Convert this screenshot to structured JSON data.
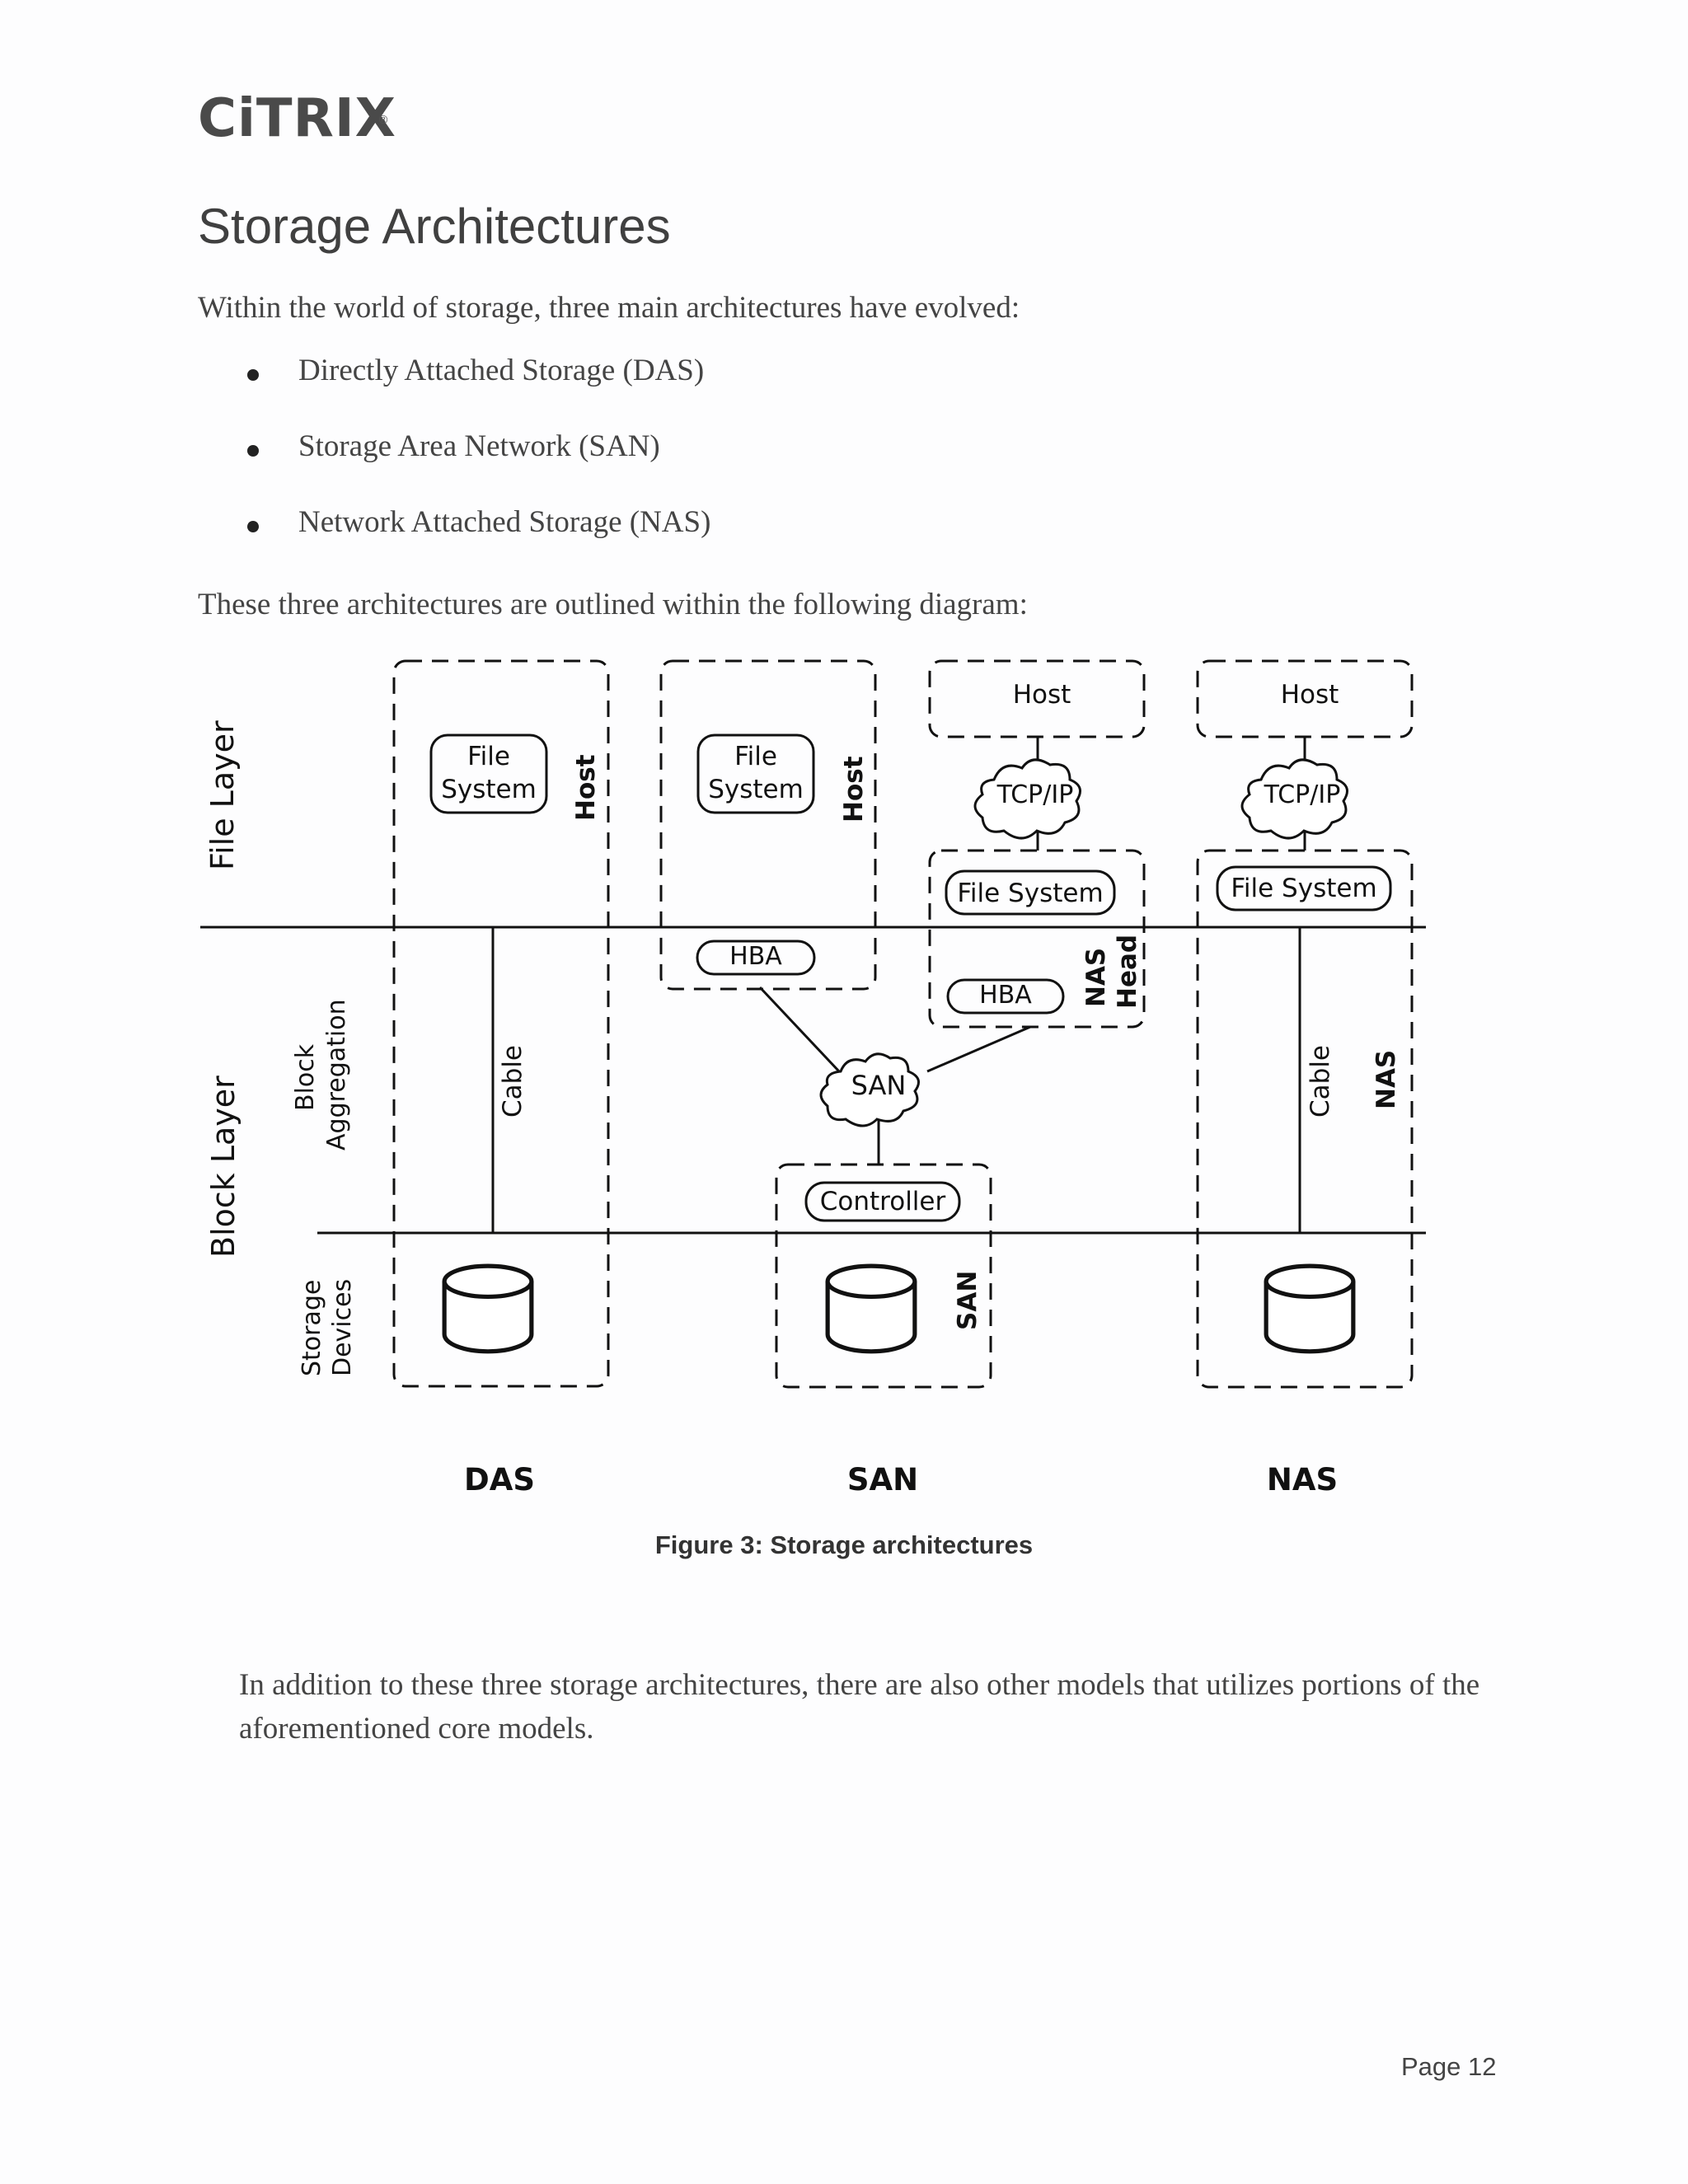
{
  "header": {
    "logo_text": "CiTRIX",
    "logo_mark": "®"
  },
  "title": "Storage Architectures",
  "intro": "Within the world of storage, three main architectures have evolved:",
  "bullets": [
    "Directly Attached Storage (DAS)",
    "Storage Area Network (SAN)",
    "Network Attached Storage (NAS)"
  ],
  "lead_in": "These three architectures are outlined within the following diagram:",
  "diagram": {
    "layers": {
      "file_layer": "File Layer",
      "block_layer": "Block Layer",
      "block_aggregation_1": "Block",
      "block_aggregation_2": "Aggregation",
      "storage_devices_1": "Storage",
      "storage_devices_2": "Devices"
    },
    "das": {
      "host": "Host",
      "fs_line1": "File",
      "fs_line2": "System",
      "cable": "Cable",
      "label": "DAS"
    },
    "san": {
      "host": "Host",
      "fs_line1": "File",
      "fs_line2": "System",
      "hba": "HBA",
      "cloud": "SAN",
      "controller": "Controller",
      "box_label": "SAN",
      "label": "SAN"
    },
    "nas_head": {
      "host": "Host",
      "tcpip": "TCP/IP",
      "file_system": "File System",
      "hba": "HBA",
      "label_1": "NAS",
      "label_2": "Head"
    },
    "nas": {
      "host": "Host",
      "tcpip": "TCP/IP",
      "file_system": "File System",
      "cable": "Cable",
      "box_label": "NAS",
      "label": "NAS"
    }
  },
  "caption": "Figure 3: Storage architectures",
  "outro": "In addition to these three storage architectures, there are also other models that utilizes portions of the aforementioned core models.",
  "footer": {
    "page": "Page 12"
  }
}
